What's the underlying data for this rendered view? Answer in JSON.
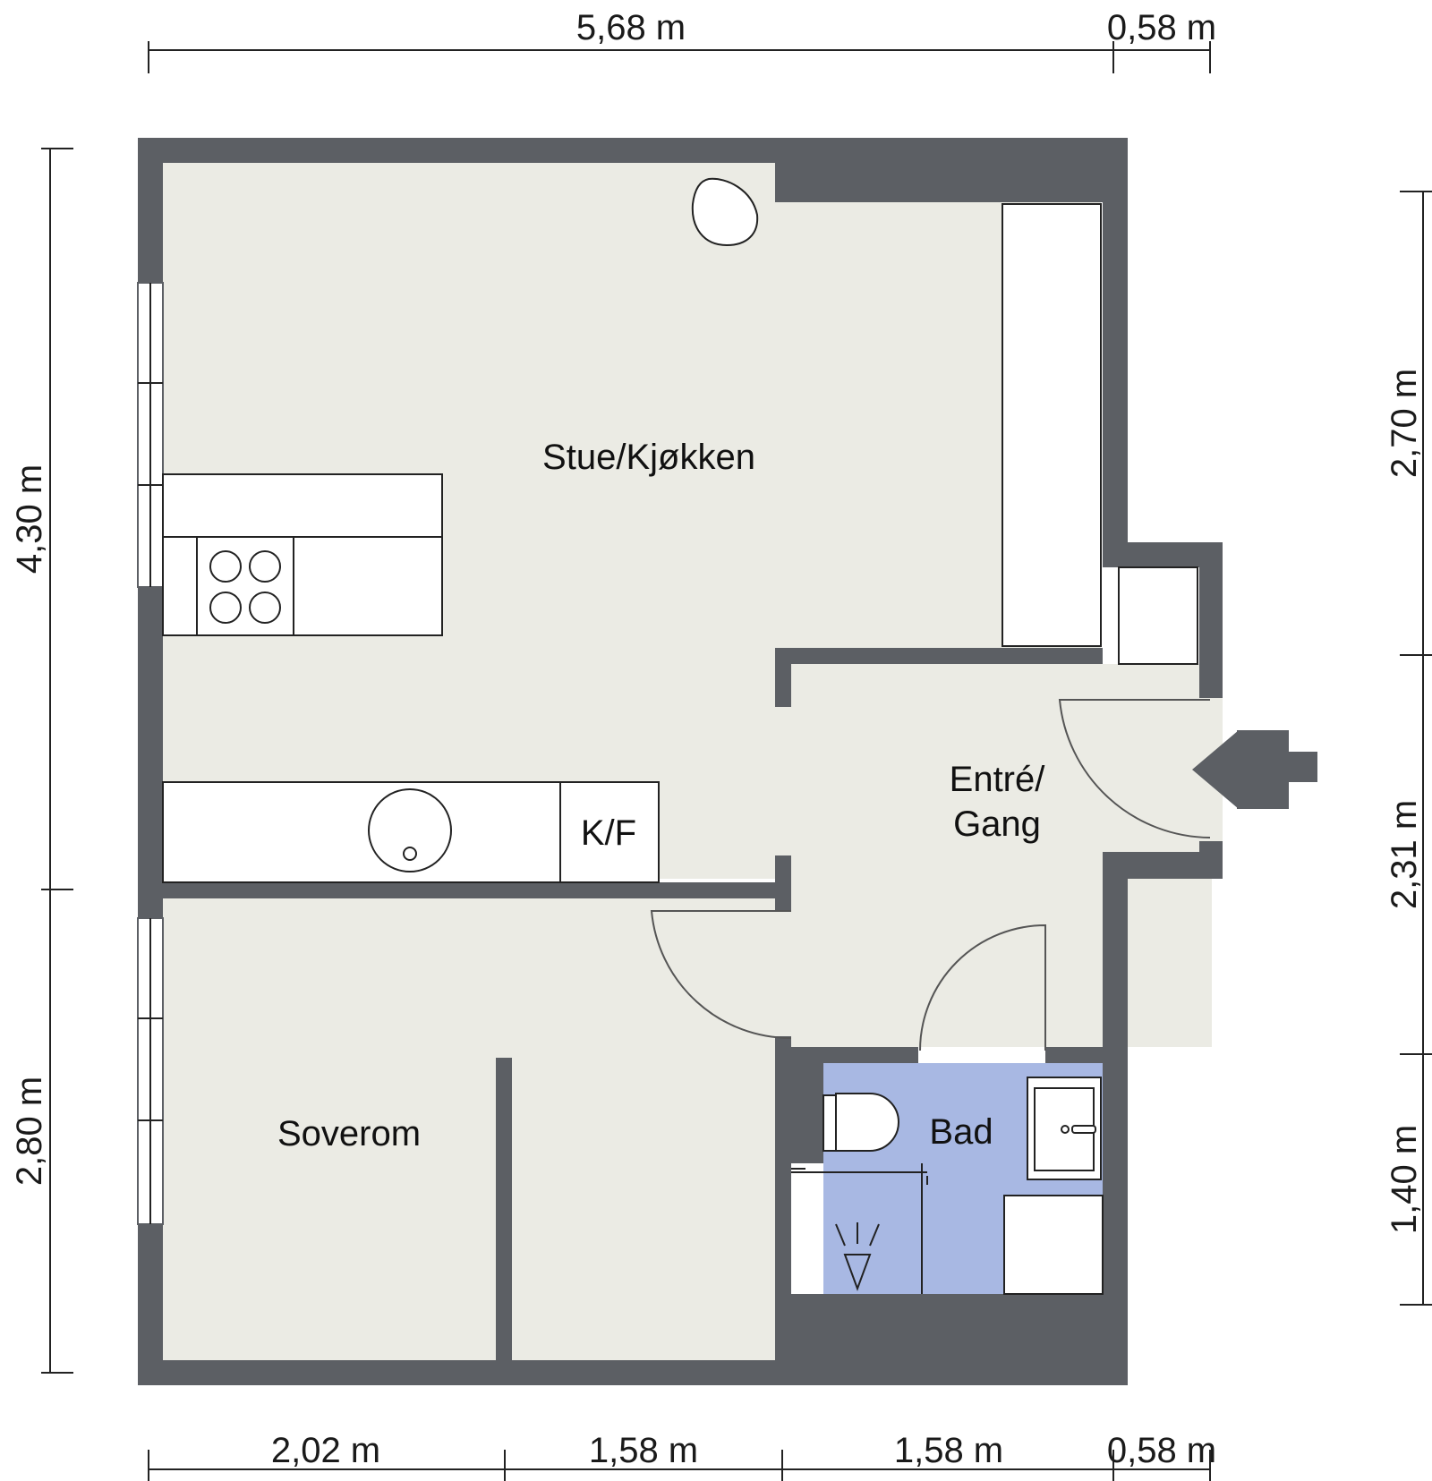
{
  "dimensions": {
    "top": [
      "5,68 m",
      "0,58 m"
    ],
    "bottom": [
      "2,02 m",
      "1,58 m",
      "1,58 m",
      "0,58 m"
    ],
    "left": [
      "4,30 m",
      "2,80 m"
    ],
    "right": [
      "2,70 m",
      "2,31 m",
      "1,40 m"
    ]
  },
  "rooms": {
    "stue": "Stue/Kjøkken",
    "kf": "K/F",
    "entre_line1": "Entré/",
    "entre_line2": "Gang",
    "soverom": "Soverom",
    "bad": "Bad"
  },
  "colors": {
    "wall": "#5c5f64",
    "floor": "#ebebe4",
    "bathroom": "#a8b8e3",
    "window": "#ffffff"
  }
}
